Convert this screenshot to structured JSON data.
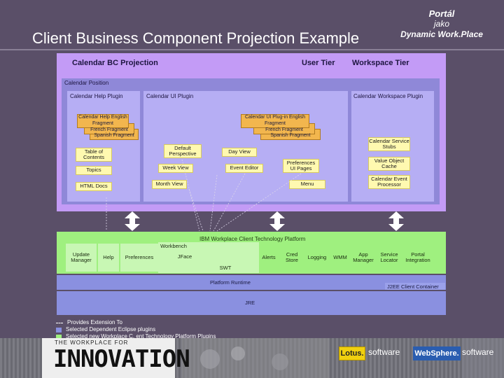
{
  "header": {
    "title": "Client Business Component Projection Example",
    "corner_line1": "Portál",
    "corner_line2": "jako",
    "corner_line3": "Dynamic Work.Place"
  },
  "diagram": {
    "outer_title": "Calendar BC Projection",
    "tier_user": "User Tier",
    "tier_workspace": "Workspace Tier",
    "position_label": "Calendar Position",
    "help_plugin": {
      "label": "Calendar Help Plugin",
      "fragments": [
        "Calendar Help English Fragment",
        "French Fragment",
        "Spanish Fragment"
      ],
      "items": [
        "Table of Contents",
        "Topics",
        "HTML Docs"
      ]
    },
    "ui_plugin": {
      "label": "Calendar UI Plugin",
      "fragments": [
        "Calendar UI Plug-in English Fragment",
        "French Fragment",
        "Spanish Fragment"
      ],
      "items": [
        "Default Perspective",
        "Day View",
        "Week View",
        "Event Editor",
        "Preferences UI Pages",
        "Month View",
        "Menu"
      ]
    },
    "workspace_plugin": {
      "label": "Calendar Workspace Plugin",
      "items": [
        "Calendar Service Stubs",
        "Value Object Cache",
        "Calendar Event Processor"
      ]
    },
    "platform": {
      "title": "IBM Workplace Client Technology Platform",
      "workbench": "Workbench",
      "jface": "JFace",
      "swt": "SWT",
      "cells": [
        "Update Manager",
        "Help",
        "Preferences",
        "Alerts",
        "Cred Store",
        "Logging",
        "WMM",
        "App Manager",
        "Service Locator",
        "Portal Integration"
      ],
      "runtime": "Platform Runtime",
      "j2ee": "J2EE Client Container",
      "jre": "JRE"
    },
    "legend": [
      "Provides Extension To",
      "Selected Dependent Eclipse plugins",
      "Selected new Workplace C. ent Technology Platform Plugins"
    ]
  },
  "footer": {
    "inno_small": "THE WORKPLACE FOR",
    "inno_big": "INNOVATION",
    "lotus": "Lotus.",
    "lotus_suffix": "software",
    "websphere": "WebSphere.",
    "websphere_suffix": "software"
  },
  "colors": {
    "background": "#5a4f68",
    "projection": "#c39bf6",
    "position": "#8f88d8",
    "plugin": "#b6aef4",
    "item": "#fff9b0",
    "fragment": "#f2b64e",
    "platform": "#9ff07f",
    "runtime": "#8a90e0"
  }
}
